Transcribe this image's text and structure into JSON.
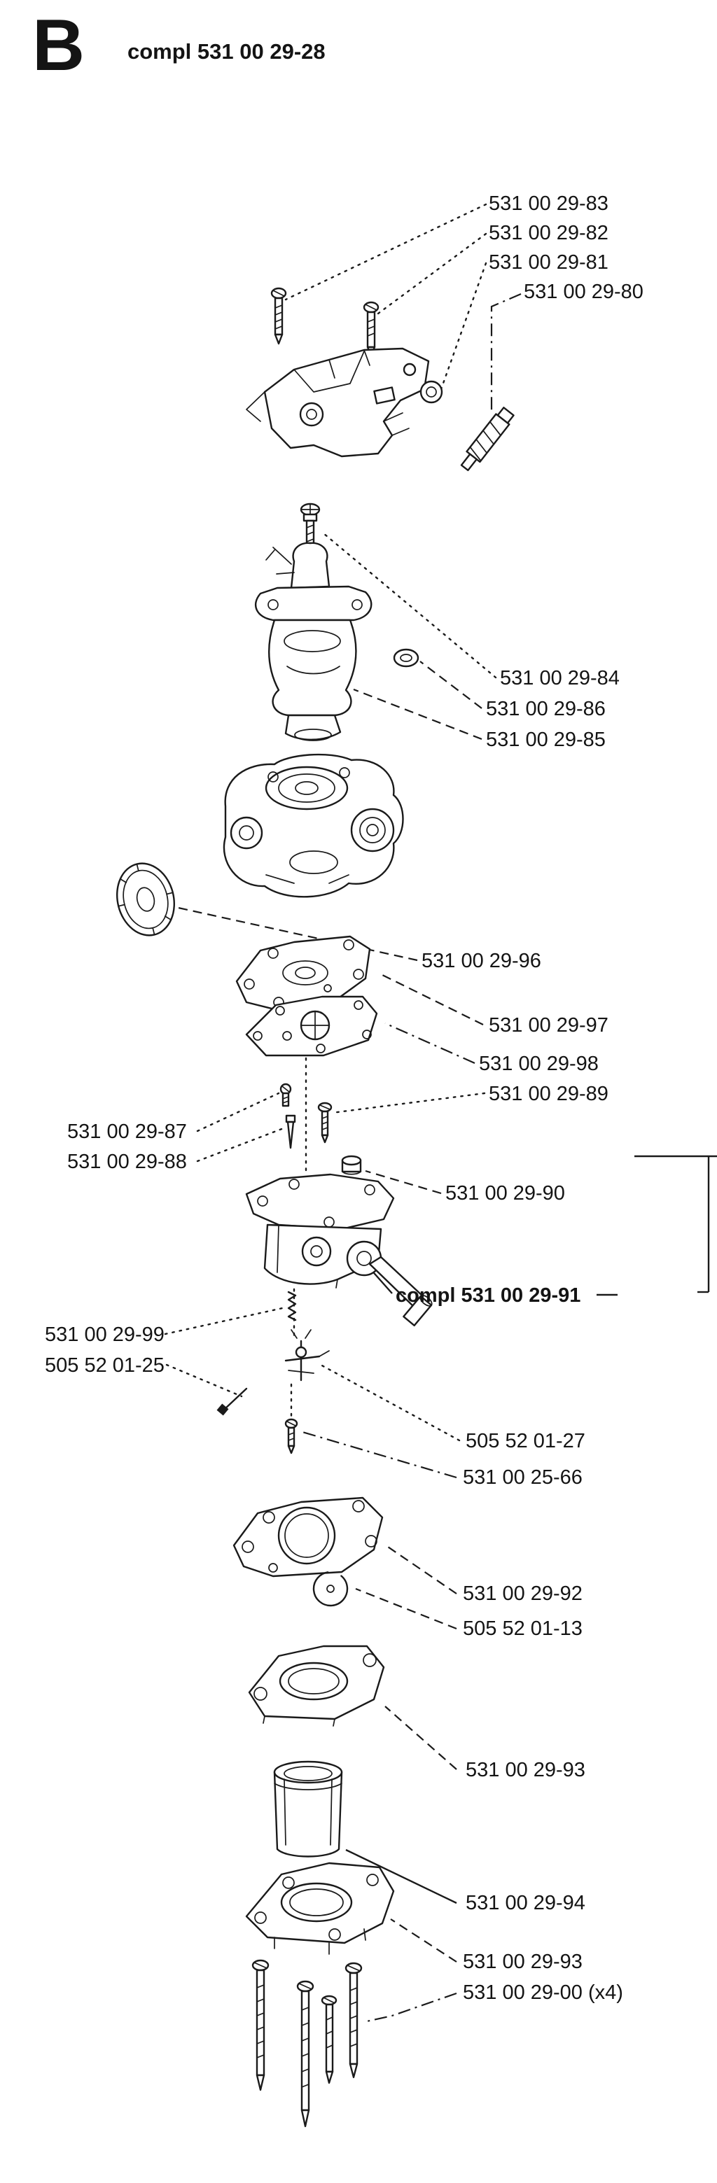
{
  "page": {
    "section_letter": "B",
    "title": "compl 531 00 29-28"
  },
  "diagram": {
    "description": "Exploded parts view of carburetor assembly compl 531 00 29-28"
  },
  "labels": [
    {
      "text": "531 00 29-83"
    },
    {
      "text": "531 00 29-82"
    },
    {
      "text": "531 00 29-81"
    },
    {
      "text": "531 00 29-80"
    },
    {
      "text": "531 00 29-84"
    },
    {
      "text": "531 00 29-86"
    },
    {
      "text": "531 00 29-85"
    },
    {
      "text": "531 00 29-96"
    },
    {
      "text": "531 00 29-97"
    },
    {
      "text": "531 00 29-98"
    },
    {
      "text": "531 00 29-89"
    },
    {
      "text": "531 00 29-87"
    },
    {
      "text": "531 00 29-88"
    },
    {
      "text": "531 00 29-90"
    },
    {
      "text": "compl 531 00 29-91"
    },
    {
      "text": "531 00 29-99"
    },
    {
      "text": "505 52 01-25"
    },
    {
      "text": "505 52 01-27"
    },
    {
      "text": "531 00 25-66"
    },
    {
      "text": "531 00 29-92"
    },
    {
      "text": "505 52 01-13"
    },
    {
      "text": "531 00 29-93"
    },
    {
      "text": "531 00 29-94"
    },
    {
      "text": "531 00 29-93"
    },
    {
      "text": "531 00 29-00 (x4)"
    }
  ]
}
